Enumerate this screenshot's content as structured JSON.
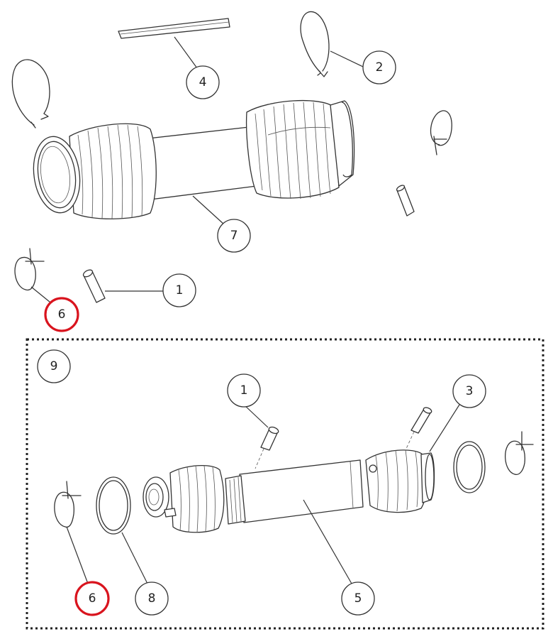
{
  "callouts": {
    "c4": "4",
    "c2": "2",
    "c7": "7",
    "c1_top": "1",
    "c6_top": "6",
    "c9": "9",
    "c1_kit": "1",
    "c3": "3",
    "c8": "8",
    "c5": "5",
    "c6_kit": "6"
  },
  "colors": {
    "highlight": "#d9141e",
    "line": "#333333",
    "background": "#ffffff"
  }
}
